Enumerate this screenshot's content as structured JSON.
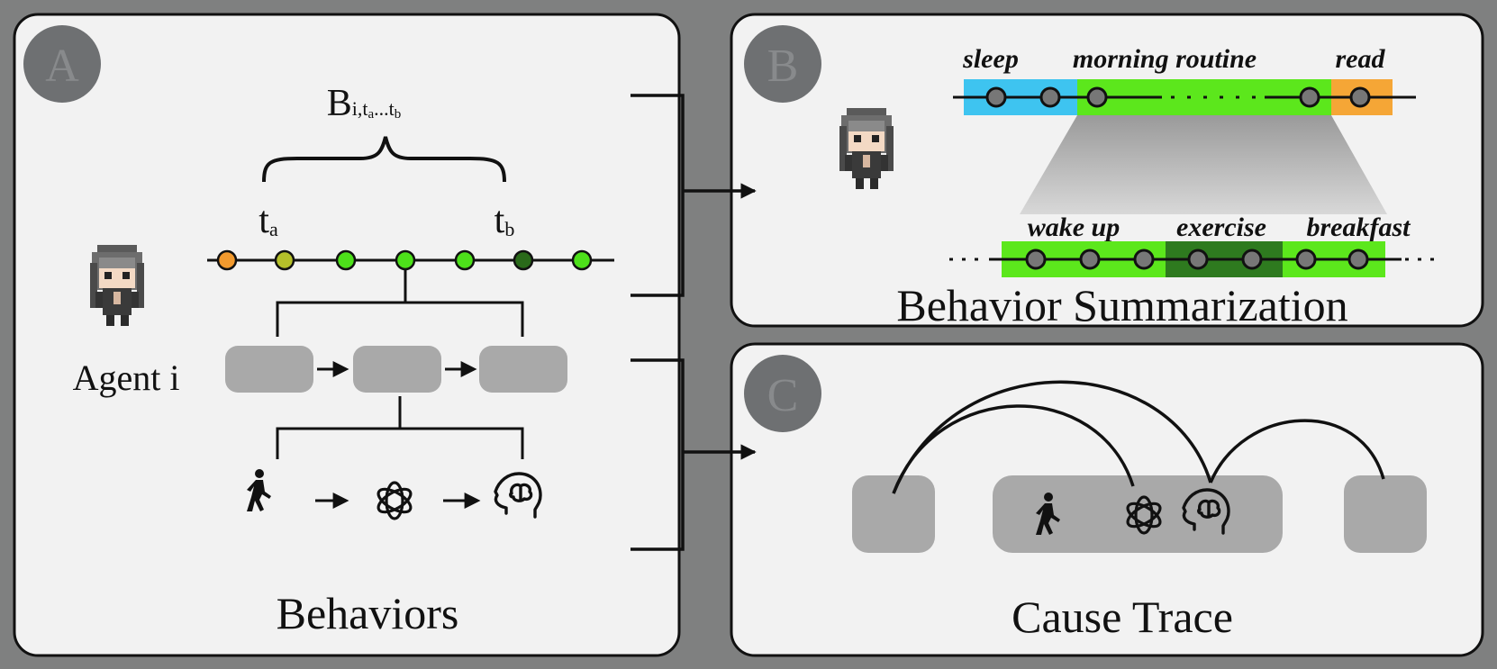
{
  "panels": {
    "a": {
      "badge": "A",
      "brace_label_main": "B",
      "brace_label_sub": "i,t",
      "brace_label_sub2": "a",
      "brace_label_dots": "...t",
      "brace_label_sub3": "b",
      "t_a_main": "t",
      "t_a_sub": "a",
      "t_b_main": "t",
      "t_b_sub": "b",
      "agent_label": "Agent i",
      "title": "Behaviors"
    },
    "b": {
      "badge": "B",
      "top_labels": [
        "sleep",
        "morning routine",
        "read"
      ],
      "bottom_labels": [
        "wake up",
        "exercise",
        "breakfast"
      ],
      "title": "Behavior Summarization"
    },
    "c": {
      "badge": "C",
      "title": "Cause Trace"
    }
  },
  "icons": {
    "walk": "walking-person-icon",
    "openai": "openai-logo-icon",
    "brain": "head-brain-icon",
    "agent": "pixel-agent-sprite"
  },
  "colors": {
    "background": "#7f8080",
    "panel": "#f2f2f2",
    "badge": "#6e7072",
    "sleep": "#3ec4f0",
    "routine": "#5ce71c",
    "read": "#f5a636",
    "exercise": "#2e7a1f",
    "node_orange": "#f29a2e",
    "node_olive": "#b5c02a",
    "node_green": "#4de01a",
    "node_dark": "#2a6a1a",
    "box_gray": "#a9a9a9"
  }
}
